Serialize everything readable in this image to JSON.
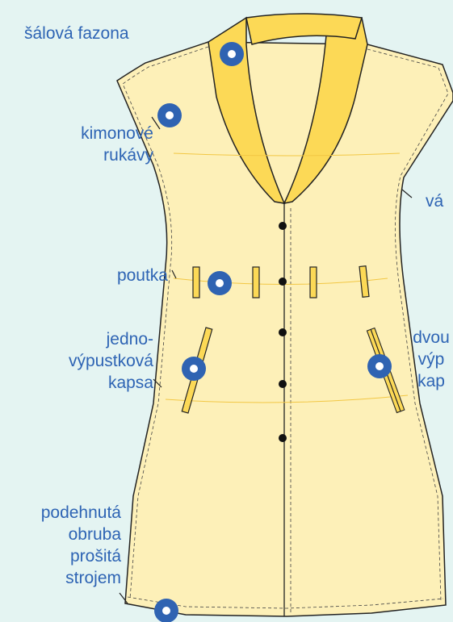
{
  "labels": {
    "shawl_collar": [
      "šálová fazona"
    ],
    "kimono_sleeves": [
      "kimonové",
      "rukávy"
    ],
    "loops": [
      "poutka"
    ],
    "single_welt_pocket": [
      "jedno-",
      "výpustková",
      "kapsa"
    ],
    "hem": [
      "podehnutá",
      "obruba",
      "prošitá",
      "strojem"
    ],
    "tie_belt_partial": [
      "vá"
    ],
    "double_welt_pocket_partial": [
      "dvou",
      "výp",
      "kap"
    ]
  },
  "colors": {
    "background": "#e4f4f2",
    "garment_fill": "#fdf0b8",
    "collar_fill": "#fcd956",
    "outline": "#222222",
    "marker_fill": "#2f63b2",
    "label_text": "#2e64b4"
  }
}
